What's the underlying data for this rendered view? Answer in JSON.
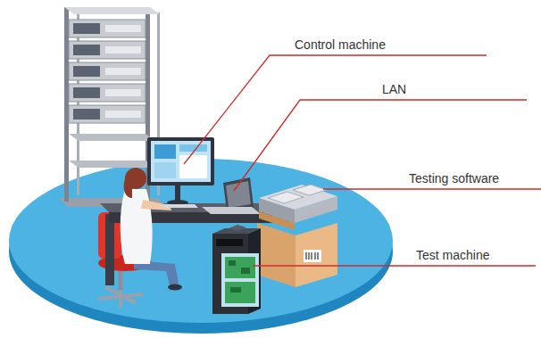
{
  "diagram": {
    "labels": [
      "Control machine",
      "LAN",
      "Testing software",
      "Test machine"
    ]
  }
}
